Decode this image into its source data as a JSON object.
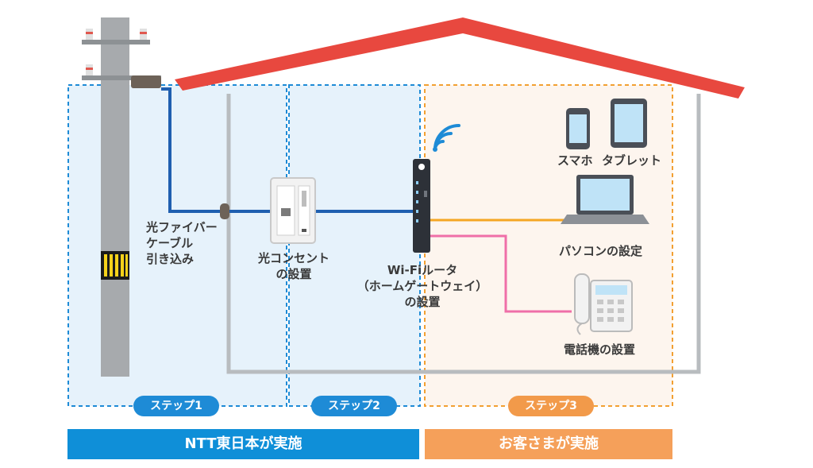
{
  "labels": {
    "fiber_cable": "光ファイバー\nケーブル\n引き込み",
    "optical_outlet": "光コンセント\nの設置",
    "router": "Wi-Fiルータ\n（ホームゲートウェイ）\nの設置",
    "smartphone": "スマホ",
    "tablet": "タブレット",
    "pc": "パソコンの設定",
    "phone": "電話機の設置"
  },
  "steps": [
    {
      "label": "ステップ1"
    },
    {
      "label": "ステップ2"
    },
    {
      "label": "ステップ3"
    }
  ],
  "banners": {
    "ntt": "NTT東日本が実施",
    "customer": "お客さまが実施"
  },
  "colors": {
    "roof": "#e8483f",
    "house_outline": "#b8bcbf",
    "zone_blue_fill": "#e6f2fb",
    "zone_blue_border": "#1e8bd6",
    "zone_orange_fill": "#fdf5ee",
    "zone_orange_border": "#f2a032",
    "fiber_line": "#1f5fb0",
    "lan_line": "#f5a623",
    "phone_line": "#ef6fa8",
    "banner_blue": "#0f8fd8",
    "banner_orange": "#f5a05a",
    "pole": "#a7aaad"
  }
}
